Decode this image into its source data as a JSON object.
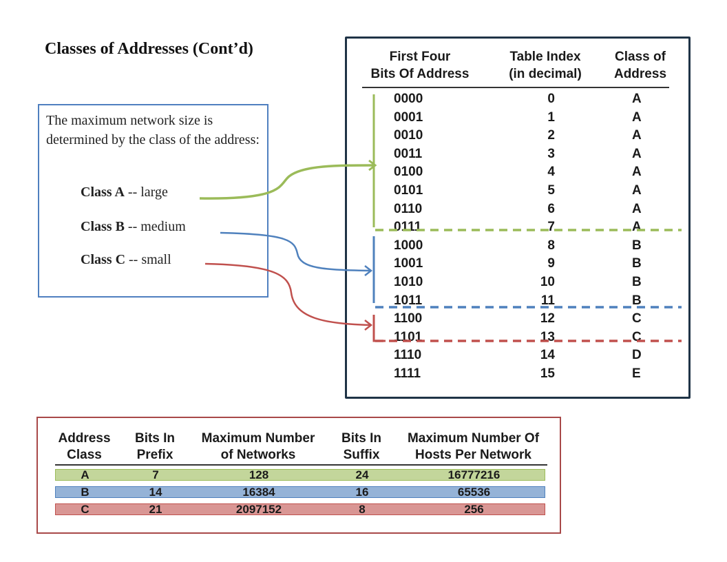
{
  "title": "Classes of Addresses (Cont’d)",
  "description": {
    "text": "The maximum network size is determined by the class of the address:",
    "classes": [
      {
        "name": "Class A",
        "size": "-- large"
      },
      {
        "name": "Class B",
        "size": "-- medium"
      },
      {
        "name": "Class C",
        "size": "-- small"
      }
    ]
  },
  "bits_table": {
    "headers": [
      [
        "First Four",
        "Bits Of Address"
      ],
      [
        "Table Index",
        "(in decimal)"
      ],
      [
        "Class of",
        "Address"
      ]
    ],
    "rows": [
      [
        "0000",
        "0",
        "A"
      ],
      [
        "0001",
        "1",
        "A"
      ],
      [
        "0010",
        "2",
        "A"
      ],
      [
        "0011",
        "3",
        "A"
      ],
      [
        "0100",
        "4",
        "A"
      ],
      [
        "0101",
        "5",
        "A"
      ],
      [
        "0110",
        "6",
        "A"
      ],
      [
        "0111",
        "7",
        "A"
      ],
      [
        "1000",
        "8",
        "B"
      ],
      [
        "1001",
        "9",
        "B"
      ],
      [
        "1010",
        "10",
        "B"
      ],
      [
        "1011",
        "11",
        "B"
      ],
      [
        "1100",
        "12",
        "C"
      ],
      [
        "1101",
        "13",
        "C"
      ],
      [
        "1110",
        "14",
        "D"
      ],
      [
        "1111",
        "15",
        "E"
      ]
    ]
  },
  "summary_table": {
    "headers": [
      [
        "Address",
        "Class"
      ],
      [
        "Bits In",
        "Prefix"
      ],
      [
        "Maximum Number",
        "of Networks"
      ],
      [
        "Bits In",
        "Suffix"
      ],
      [
        "Maximum Number Of",
        "Hosts Per Network"
      ]
    ],
    "rows": [
      [
        "A",
        "7",
        "128",
        "24",
        "16777216"
      ],
      [
        "B",
        "14",
        "16384",
        "16",
        "65536"
      ],
      [
        "C",
        "21",
        "2097152",
        "8",
        "256"
      ]
    ]
  },
  "colors": {
    "class_a": "#9bbb59",
    "class_b": "#4f81bd",
    "class_c": "#c0504d",
    "row_a_fill": "#c3d69b",
    "row_b_fill": "#95b3d7",
    "row_c_fill": "#d99694"
  }
}
